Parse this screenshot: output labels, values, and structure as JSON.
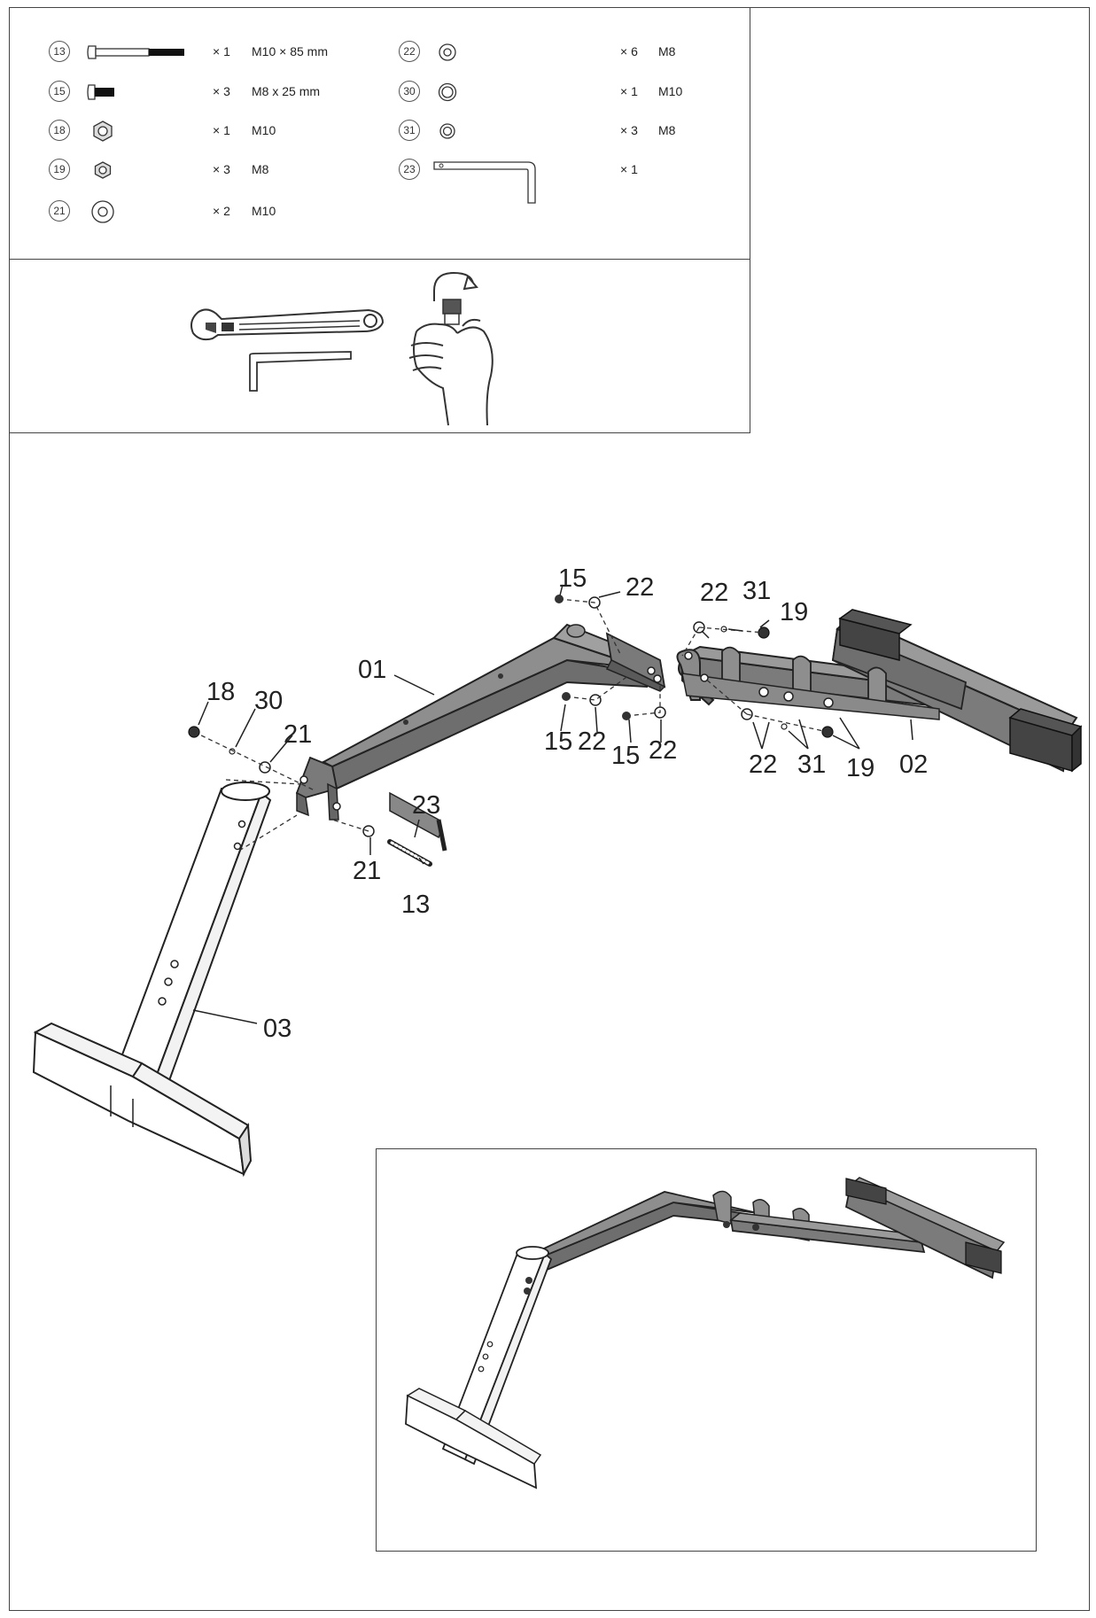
{
  "parts": [
    {
      "id": "13",
      "qty": "× 1",
      "spec": "M10 × 85 mm",
      "icon": "long-bolt-icon"
    },
    {
      "id": "15",
      "qty": "× 3",
      "spec": "M8 x 25 mm",
      "icon": "short-bolt-icon"
    },
    {
      "id": "18",
      "qty": "× 1",
      "spec": "M10",
      "icon": "hex-nut-icon"
    },
    {
      "id": "19",
      "qty": "× 3",
      "spec": "M8",
      "icon": "hex-nut-small-icon"
    },
    {
      "id": "21",
      "qty": "× 2",
      "spec": "M10",
      "icon": "flat-washer-icon"
    },
    {
      "id": "22",
      "qty": "× 6",
      "spec": "M8",
      "icon": "flat-washer-small-icon"
    },
    {
      "id": "30",
      "qty": "× 1",
      "spec": "M10",
      "icon": "spring-washer-icon"
    },
    {
      "id": "31",
      "qty": "× 3",
      "spec": "M8",
      "icon": "spring-washer-small-icon"
    },
    {
      "id": "23",
      "qty": "× 1",
      "spec": "",
      "icon": "allen-key-icon"
    }
  ],
  "tools": [
    "adjustable-wrench-icon",
    "allen-key-tool-icon",
    "hand-tighten-icon"
  ],
  "callouts": {
    "c15a": "15",
    "c22a": "22",
    "c22b": "22",
    "c31a": "31",
    "c19a": "19",
    "c01": "01",
    "c18": "18",
    "c30": "30",
    "c21a": "21",
    "c23": "23",
    "c15b": "15",
    "c22c": "22",
    "c15c": "15",
    "c22d": "22",
    "c22e": "22",
    "c31b": "31",
    "c19b": "19",
    "c02": "02",
    "c21b": "21",
    "c13": "13",
    "c03": "03"
  },
  "colors": {
    "frame_metal": "#7b7b7b",
    "frame_dark": "#5a5a5a",
    "line": "#333333"
  }
}
